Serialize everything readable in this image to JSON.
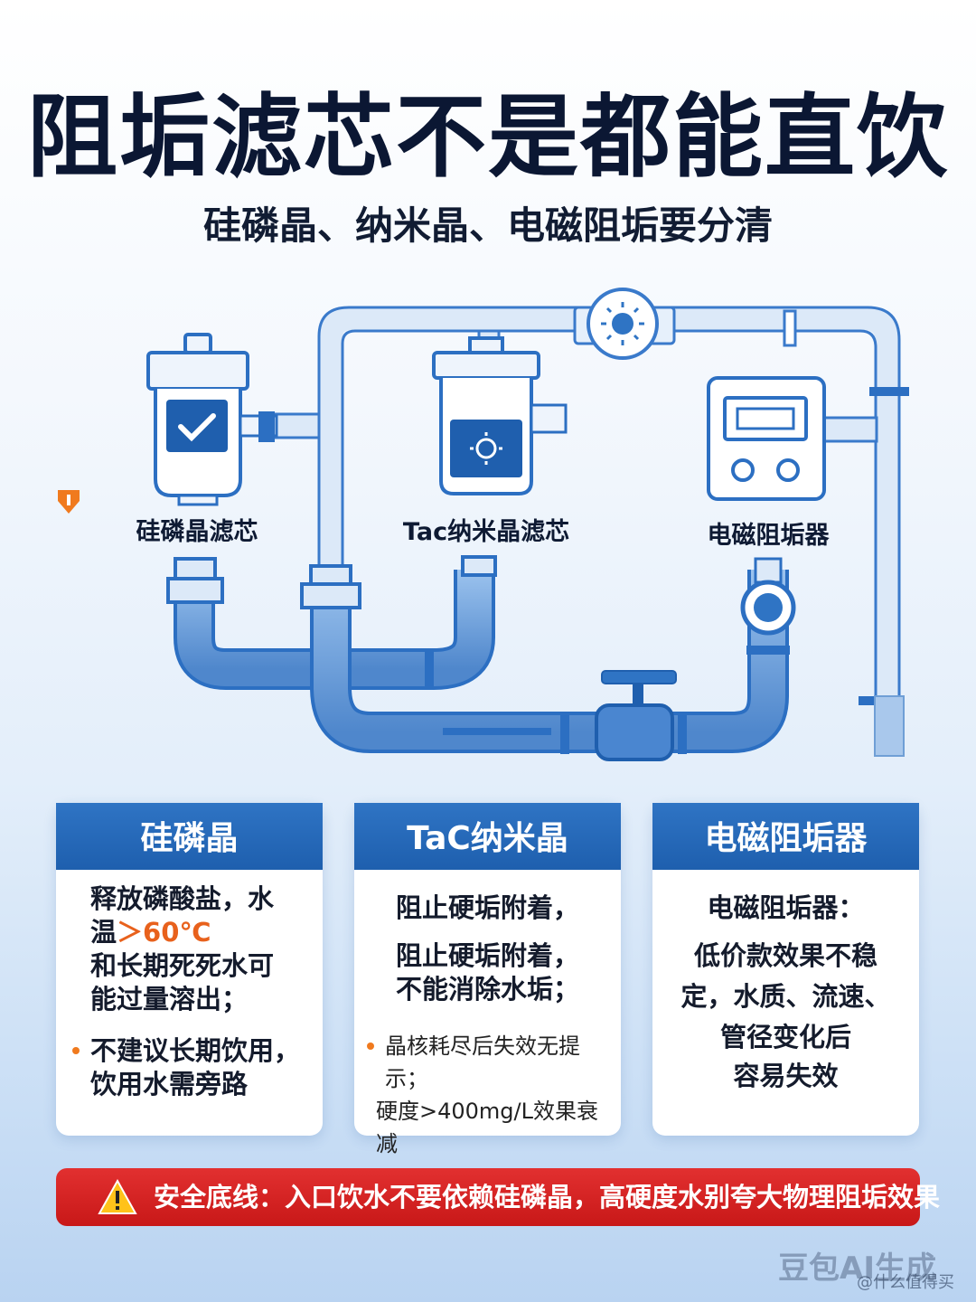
{
  "title": "阻垢滤芯不是都能直饮",
  "subtitle": "硅磷晶、纳米晶、电磁阻垢要分清",
  "devices": {
    "d1_label": "硅磷晶滤芯",
    "d2_label": "Tac纳米晶滤芯",
    "d3_label": "电磁阻垢器"
  },
  "icons": {
    "d1": "checkmark-icon",
    "d2": "crystal-icon",
    "meter": "sun-gauge-icon",
    "warning": "warning-icon",
    "side_marker": "shield-marker-icon"
  },
  "cards": [
    {
      "header": "硅磷晶",
      "line1": "释放磷酸盐，水",
      "line2a": "温",
      "line2b": "＞60℃",
      "line3": "和长期死死水可",
      "line4": "能过量溶出；",
      "bullet1": "不建议长期饮用，",
      "bullet2": "饮用水需旁路"
    },
    {
      "header": "TaC纳米晶",
      "line1": "阻止硬垢附着，",
      "line2": "阻止硬垢附着，",
      "line3": "不能消除水垢；",
      "bullet1": "晶核耗尽后失效无提示；",
      "bullet2": "硬度>400mg/L效果衰减"
    },
    {
      "header": "电磁阻垢器",
      "line1": "电磁阻垢器：",
      "line2": "低价款效果不稳",
      "line3": "定，水质、流速、",
      "line4": "管径变化后",
      "line5": "容易失效"
    }
  ],
  "banner": "安全底线：入口饮水不要依赖硅磷晶，高硬度水别夸大物理阻垢效果",
  "watermark": "豆包AI生成",
  "watermark_sub": "@什么值得买",
  "colors": {
    "card_header": "#2f74c4",
    "pipe": "#5d95d6",
    "banner": "#d42222",
    "accent": "#e8611c"
  }
}
